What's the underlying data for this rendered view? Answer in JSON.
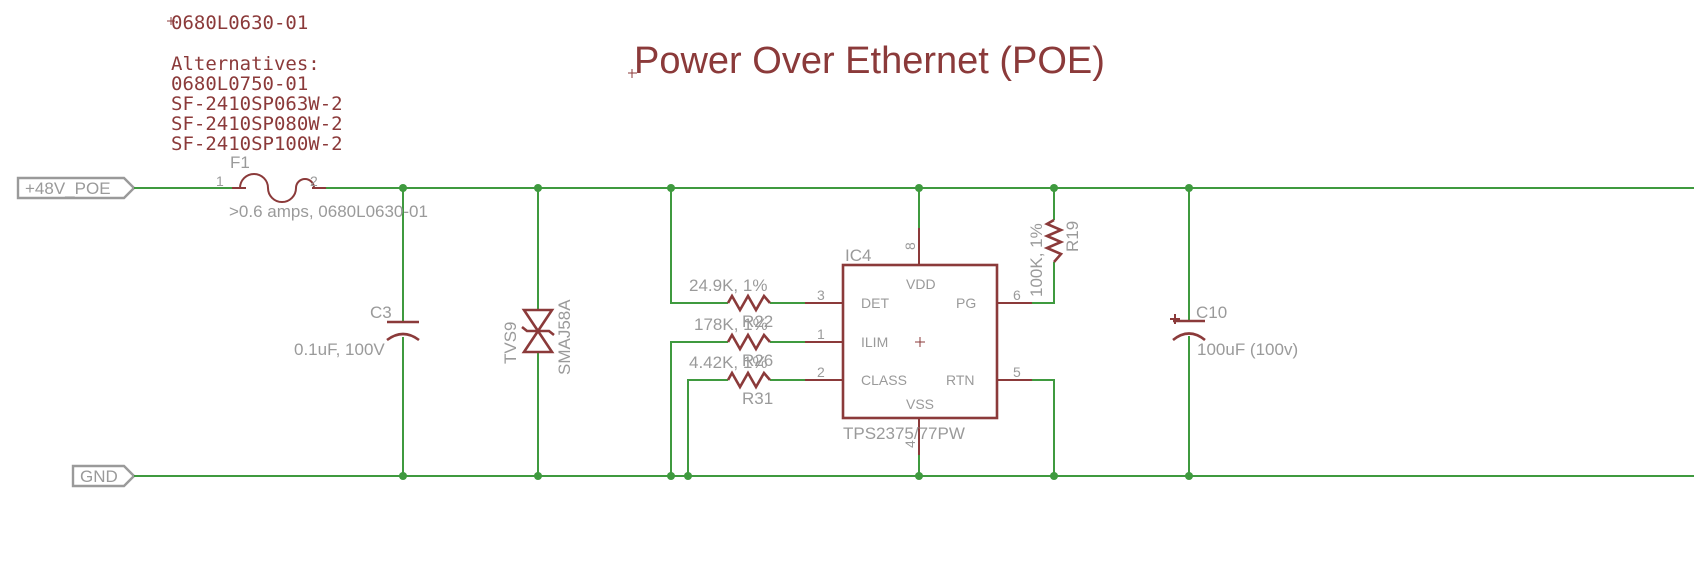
{
  "title": "Power Over Ethernet (POE)",
  "fuse_note": {
    "part": "0680L0630-01",
    "alternatives_label": "Alternatives:",
    "alternatives": [
      "0680L0750-01",
      "SF-2410SP063W-2",
      "SF-2410SP080W-2",
      "SF-2410SP100W-2"
    ]
  },
  "nets": {
    "power": "+48V_POE",
    "ground": "GND"
  },
  "f1": {
    "ref": "F1",
    "value": ">0.6 amps, 0680L0630-01",
    "pin1": "1",
    "pin2": "2"
  },
  "c3": {
    "ref": "C3",
    "value": "0.1uF, 100V"
  },
  "tvs9": {
    "ref": "TVS9",
    "value": "SMAJ58A"
  },
  "r22": {
    "ref": "R22",
    "value": "24.9K, 1%"
  },
  "r26": {
    "ref": "R26",
    "value": "178K, 1%"
  },
  "r31": {
    "ref": "R31",
    "value": "4.42K, 1%"
  },
  "r19": {
    "ref": "R19",
    "value": "100K, 1%"
  },
  "ic4": {
    "ref": "IC4",
    "part": "TPS2375/77PW",
    "pins": {
      "vdd": "VDD",
      "vdd_num": "8",
      "det": "DET",
      "det_num": "3",
      "ilim": "ILIM",
      "ilim_num": "1",
      "class": "CLASS",
      "class_num": "2",
      "pg": "PG",
      "pg_num": "6",
      "rtn": "RTN",
      "rtn_num": "5",
      "vss": "VSS",
      "vss_num": "4"
    }
  },
  "c10": {
    "ref": "C10",
    "value": "100uF (100v)"
  },
  "colors": {
    "wire": "#3f9a3f",
    "part": "#8b3a3a",
    "label": "#9a9a9a",
    "background": "#ffffff"
  }
}
